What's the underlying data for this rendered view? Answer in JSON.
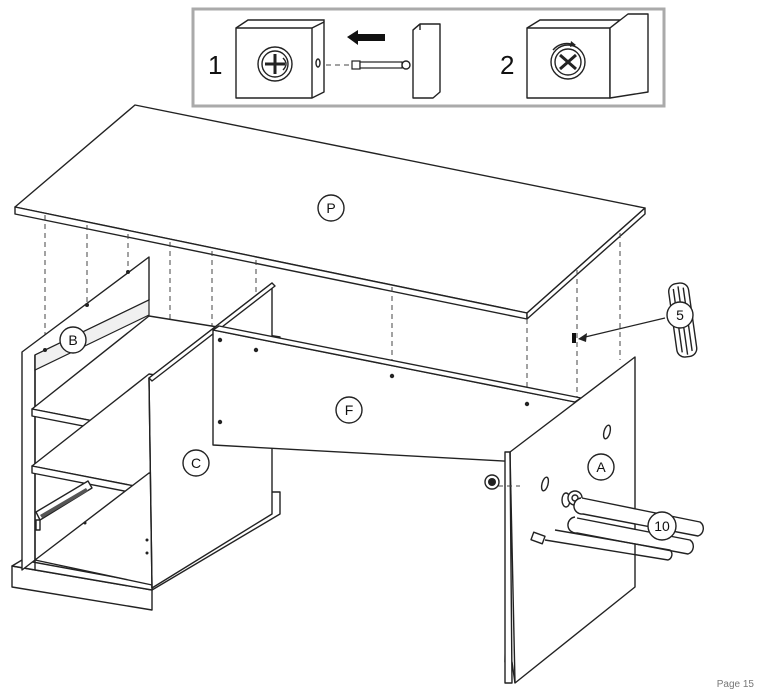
{
  "inset": {
    "steps": [
      {
        "number": "1"
      },
      {
        "number": "2"
      }
    ]
  },
  "parts": {
    "P": "P",
    "B": "B",
    "C": "C",
    "F": "F",
    "A": "A"
  },
  "hardware": {
    "dowel": "5",
    "cam_bolt": "10"
  },
  "footer": {
    "page": "Page 15"
  }
}
